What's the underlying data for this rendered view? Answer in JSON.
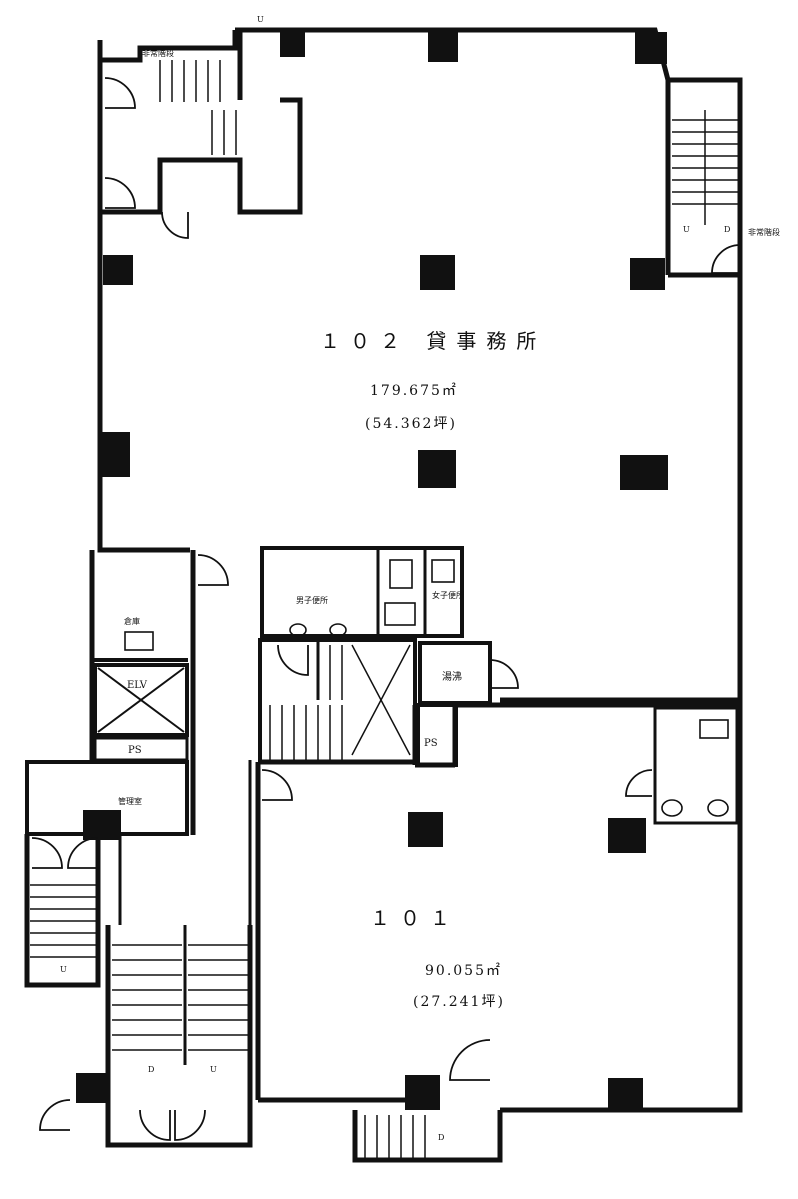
{
  "rooms": {
    "unit102": {
      "name": "１０２ 貸事務所",
      "area": "179.675㎡",
      "tsubo": "(54.362坪)"
    },
    "unit101": {
      "name": "１０１",
      "area": "90.055㎡",
      "tsubo": "(27.241坪)"
    }
  },
  "labels": {
    "emergency_stair_top": "非常階段",
    "emergency_stair_right": "非常階段",
    "storage": "倉庫",
    "mens_toilet": "男子便所",
    "womens_toilet": "女子便所",
    "elevator": "ELV",
    "ps_left": "PS",
    "ps_center": "PS",
    "management_room": "管理室",
    "hot_water": "湯沸"
  },
  "stair_marks": {
    "up": "U",
    "down": "D"
  },
  "colors": {
    "ink": "#111111",
    "paper": "#ffffff"
  }
}
